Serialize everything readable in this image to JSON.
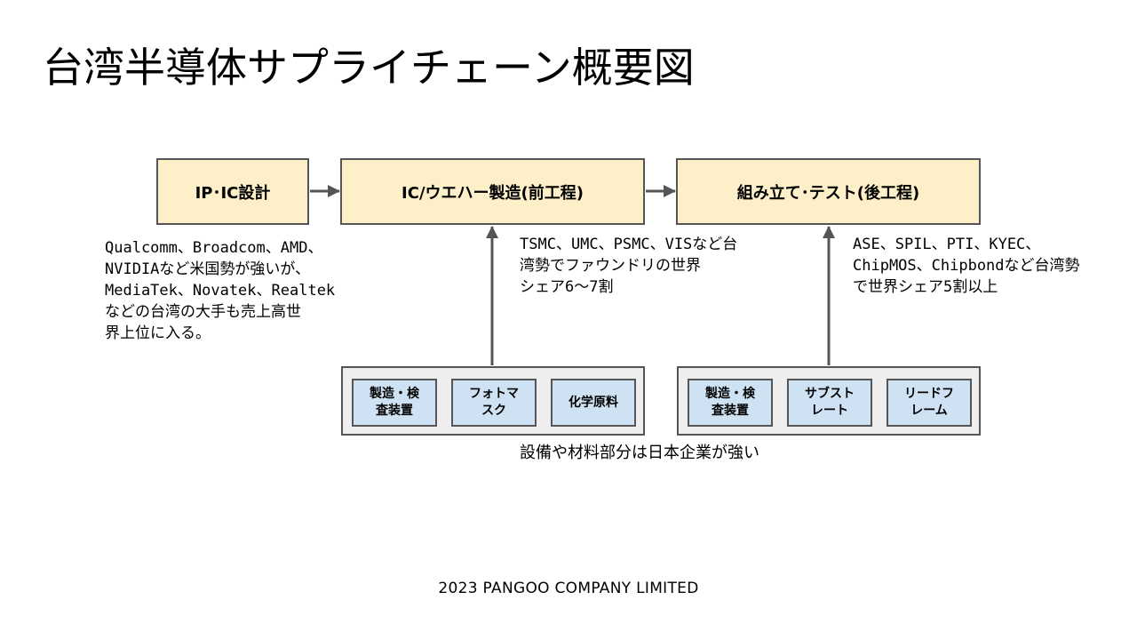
{
  "title": "台湾半導体サプライチェーン概要図",
  "stages": {
    "design": "IP･IC設計",
    "front": "IC/ウエハー製造(前工程)",
    "back": "組み立て･テスト(後工程)"
  },
  "notes": {
    "design": "Qualcomm、Broadcom、AMD、\nNVIDIAなど米国勢が強いが、\nMediaTek、Novatek、Realtek\nなどの台湾の大手も売上高世\n界上位に入る。",
    "front": "TSMC、UMC、PSMC、VISなど台\n湾勢でファウンドリの世界\nシェア6～7割",
    "back": "ASE、SPIL、PTI、KYEC、\nChipMOS、Chipbondなど台湾勢\nで世界シェア5割以上"
  },
  "supply_front": [
    "製造・検\n査装置",
    "フォトマ\nスク",
    "化学原料"
  ],
  "supply_back": [
    "製造・検\n査装置",
    "サブスト\nレート",
    "リードフ\nレーム"
  ],
  "caption": "設備や材料部分は日本企業が強い",
  "footer": "2023 PANGOO COMPANY LIMITED",
  "colors": {
    "stage_fill": "#fdefc8",
    "supply_fill": "#cfe2f3",
    "group_fill": "#eeeeee",
    "border": "#555555"
  }
}
